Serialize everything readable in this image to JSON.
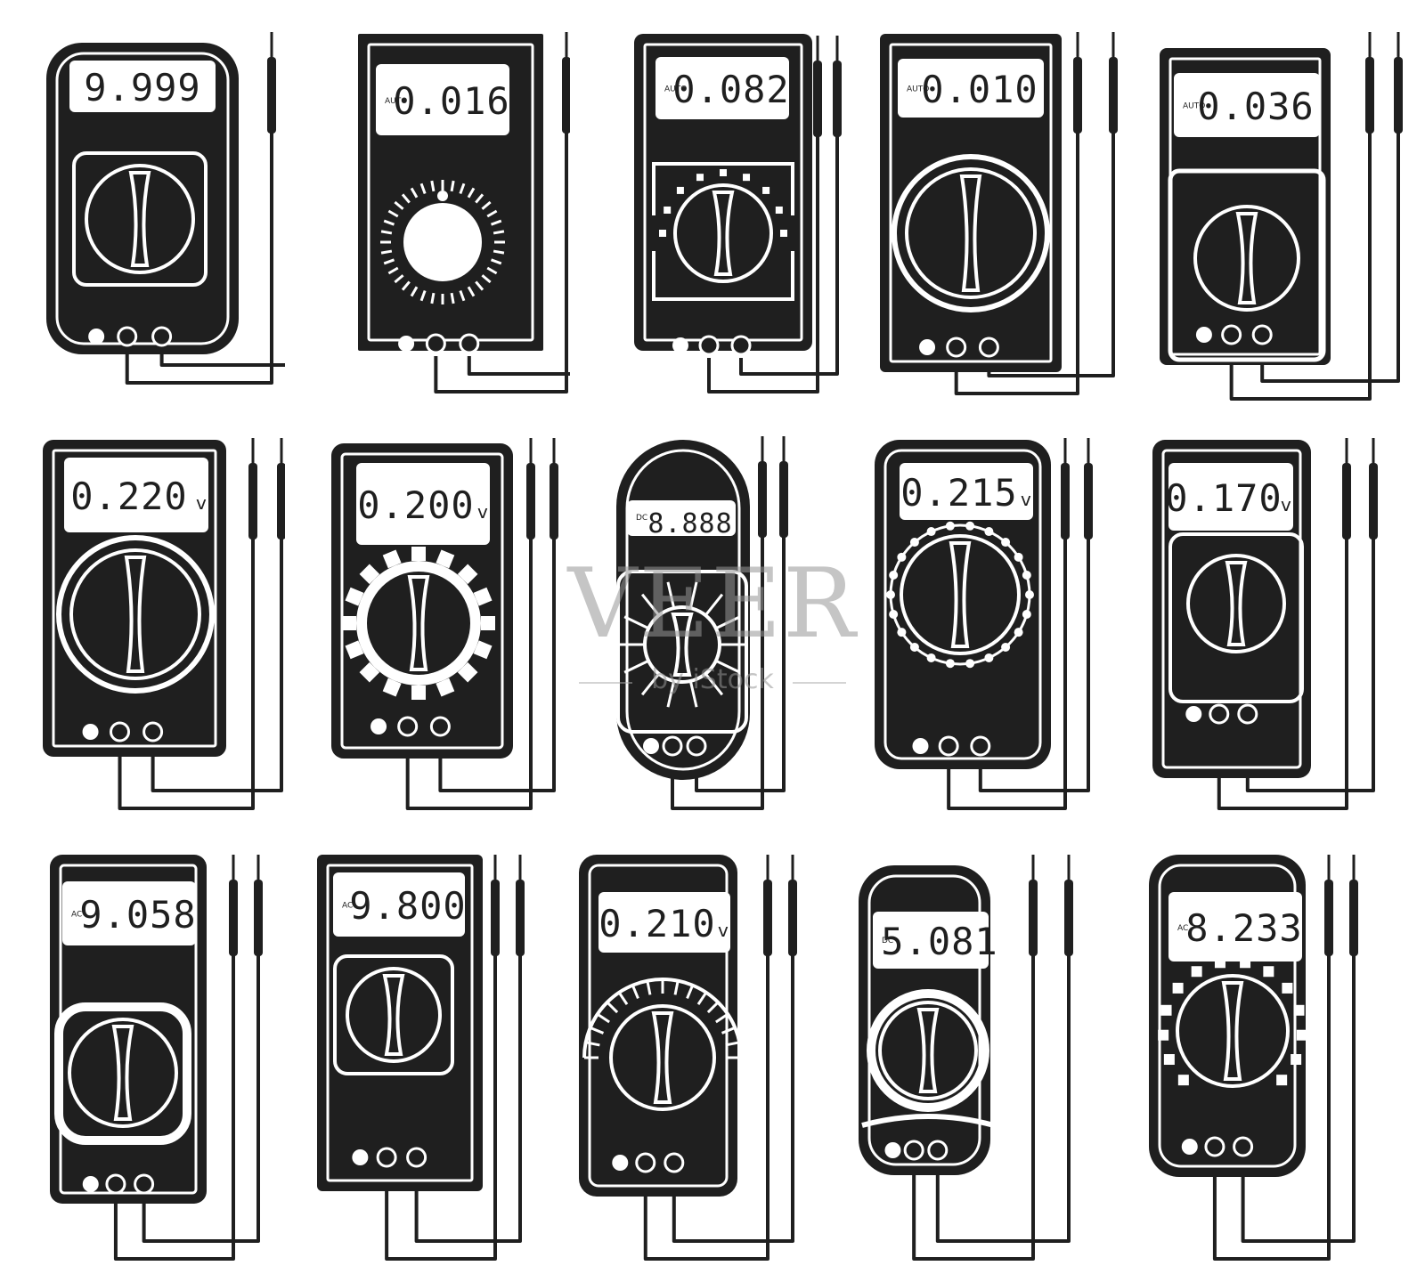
{
  "colors": {
    "ink": "#1f1f1f",
    "paper": "#ffffff",
    "watermark": "#969696"
  },
  "watermark": {
    "brand": "VEER",
    "tagline": "by iStock"
  },
  "meters": [
    {
      "id": "m1",
      "reading": "9.999",
      "mode": "",
      "unit": "",
      "style": "rounded-shield"
    },
    {
      "id": "m2",
      "reading": "0.016",
      "mode": "AUTO",
      "unit": "",
      "style": "dotted-dial"
    },
    {
      "id": "m3",
      "reading": "0.082",
      "mode": "AUTO",
      "unit": "",
      "style": "cog-dial"
    },
    {
      "id": "m4",
      "reading": "0.010",
      "mode": "AUTO",
      "unit": "",
      "style": "big-dial"
    },
    {
      "id": "m5",
      "reading": "0.036",
      "mode": "AUTO",
      "unit": "",
      "style": "bracket-frame"
    },
    {
      "id": "m6",
      "reading": "0.220",
      "mode": "",
      "unit": "v",
      "style": "open-ring"
    },
    {
      "id": "m7",
      "reading": "0.200",
      "mode": "",
      "unit": "v",
      "style": "gear-dial"
    },
    {
      "id": "m8",
      "reading": "8.888",
      "mode": "DC",
      "unit": "",
      "style": "arched"
    },
    {
      "id": "m9",
      "reading": "0.215",
      "mode": "",
      "unit": "v",
      "style": "bead-ring"
    },
    {
      "id": "m10",
      "reading": "0.170",
      "mode": "",
      "unit": "v",
      "style": "stand"
    },
    {
      "id": "m11",
      "reading": "9.058",
      "mode": "AC",
      "unit": "",
      "style": "twin-lobe"
    },
    {
      "id": "m12",
      "reading": "9.800",
      "mode": "AC",
      "unit": "",
      "style": "panel"
    },
    {
      "id": "m13",
      "reading": "0.210",
      "mode": "",
      "unit": "v",
      "style": "scale-arc"
    },
    {
      "id": "m14",
      "reading": "5.081",
      "mode": "DC",
      "unit": "",
      "style": "waisted"
    },
    {
      "id": "m15",
      "reading": "8.233",
      "mode": "AC",
      "unit": "",
      "style": "stepped-ring"
    }
  ]
}
